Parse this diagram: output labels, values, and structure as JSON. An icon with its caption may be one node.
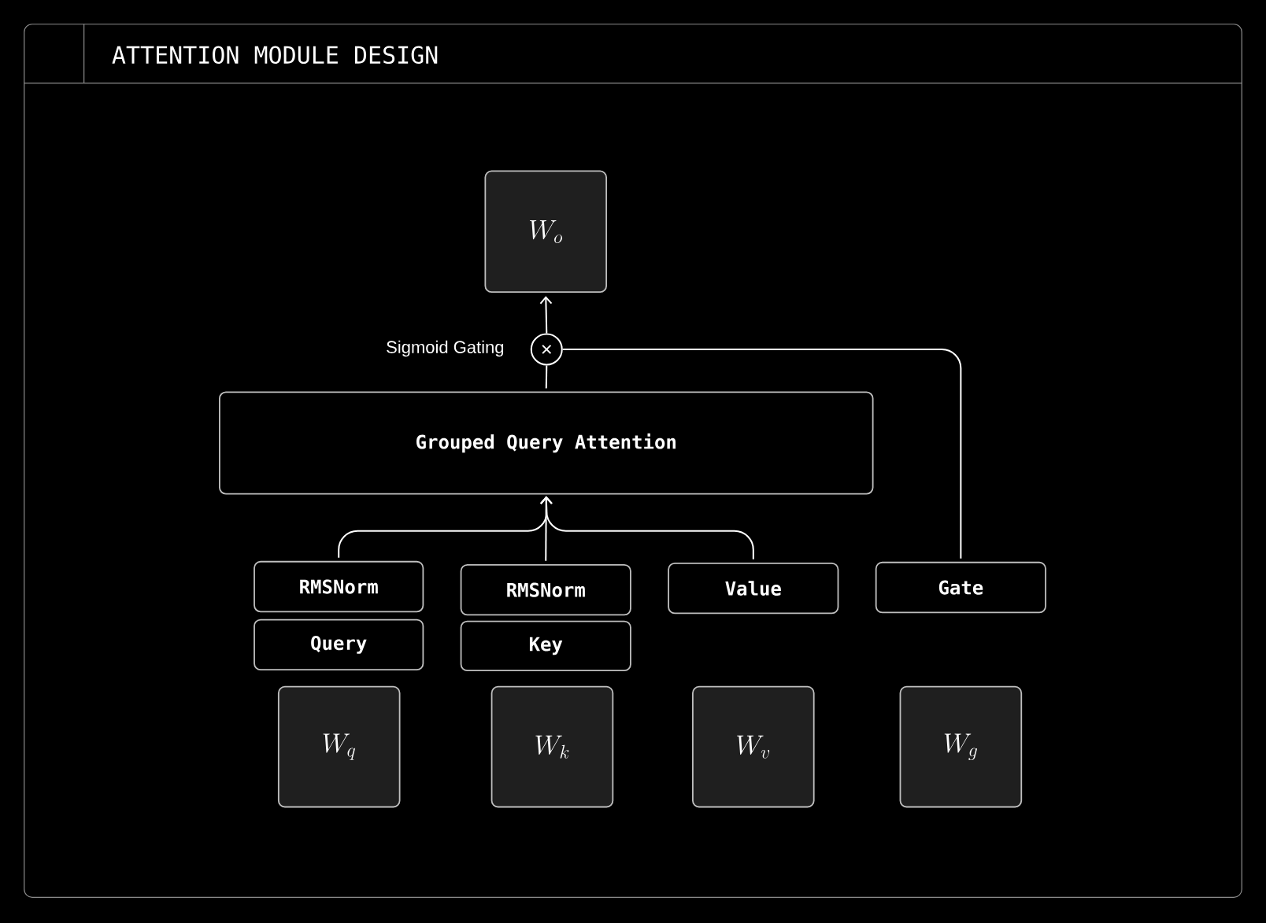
{
  "diagram": {
    "title": "ATTENTION MODULE DESIGN",
    "nodes": [
      {
        "text": [
          "W_o"
        ]
      },
      {
        "text": [],
        "shape": "circle",
        "beside": [
          "Sigmoid Gating"
        ]
      },
      {
        "text": [
          "Grouped Query Attention"
        ]
      },
      {
        "text": [
          "RMSNorm"
        ]
      },
      {
        "text": [
          "Query"
        ]
      },
      {
        "text": [
          "RMSNorm"
        ]
      },
      {
        "text": [
          "Key"
        ]
      },
      {
        "text": [
          "Value"
        ]
      },
      {
        "text": [
          "Gate"
        ]
      },
      {
        "text": [
          "W_q"
        ]
      },
      {
        "text": [
          "W_k"
        ]
      },
      {
        "text": [
          "W_v"
        ]
      },
      {
        "text": [
          "W_g"
        ]
      }
    ],
    "edges": [
      {
        "from": 2,
        "to": 1,
        "arrow": "none"
      },
      {
        "from": 1,
        "to": 0,
        "arrow": "to"
      },
      {
        "from": 8,
        "to": 1,
        "arrow": "none"
      },
      {
        "from": 3,
        "to": 2,
        "arrow": "to"
      },
      {
        "from": 5,
        "to": 2,
        "arrow": "to"
      },
      {
        "from": 7,
        "to": 2,
        "arrow": "to"
      }
    ]
  }
}
